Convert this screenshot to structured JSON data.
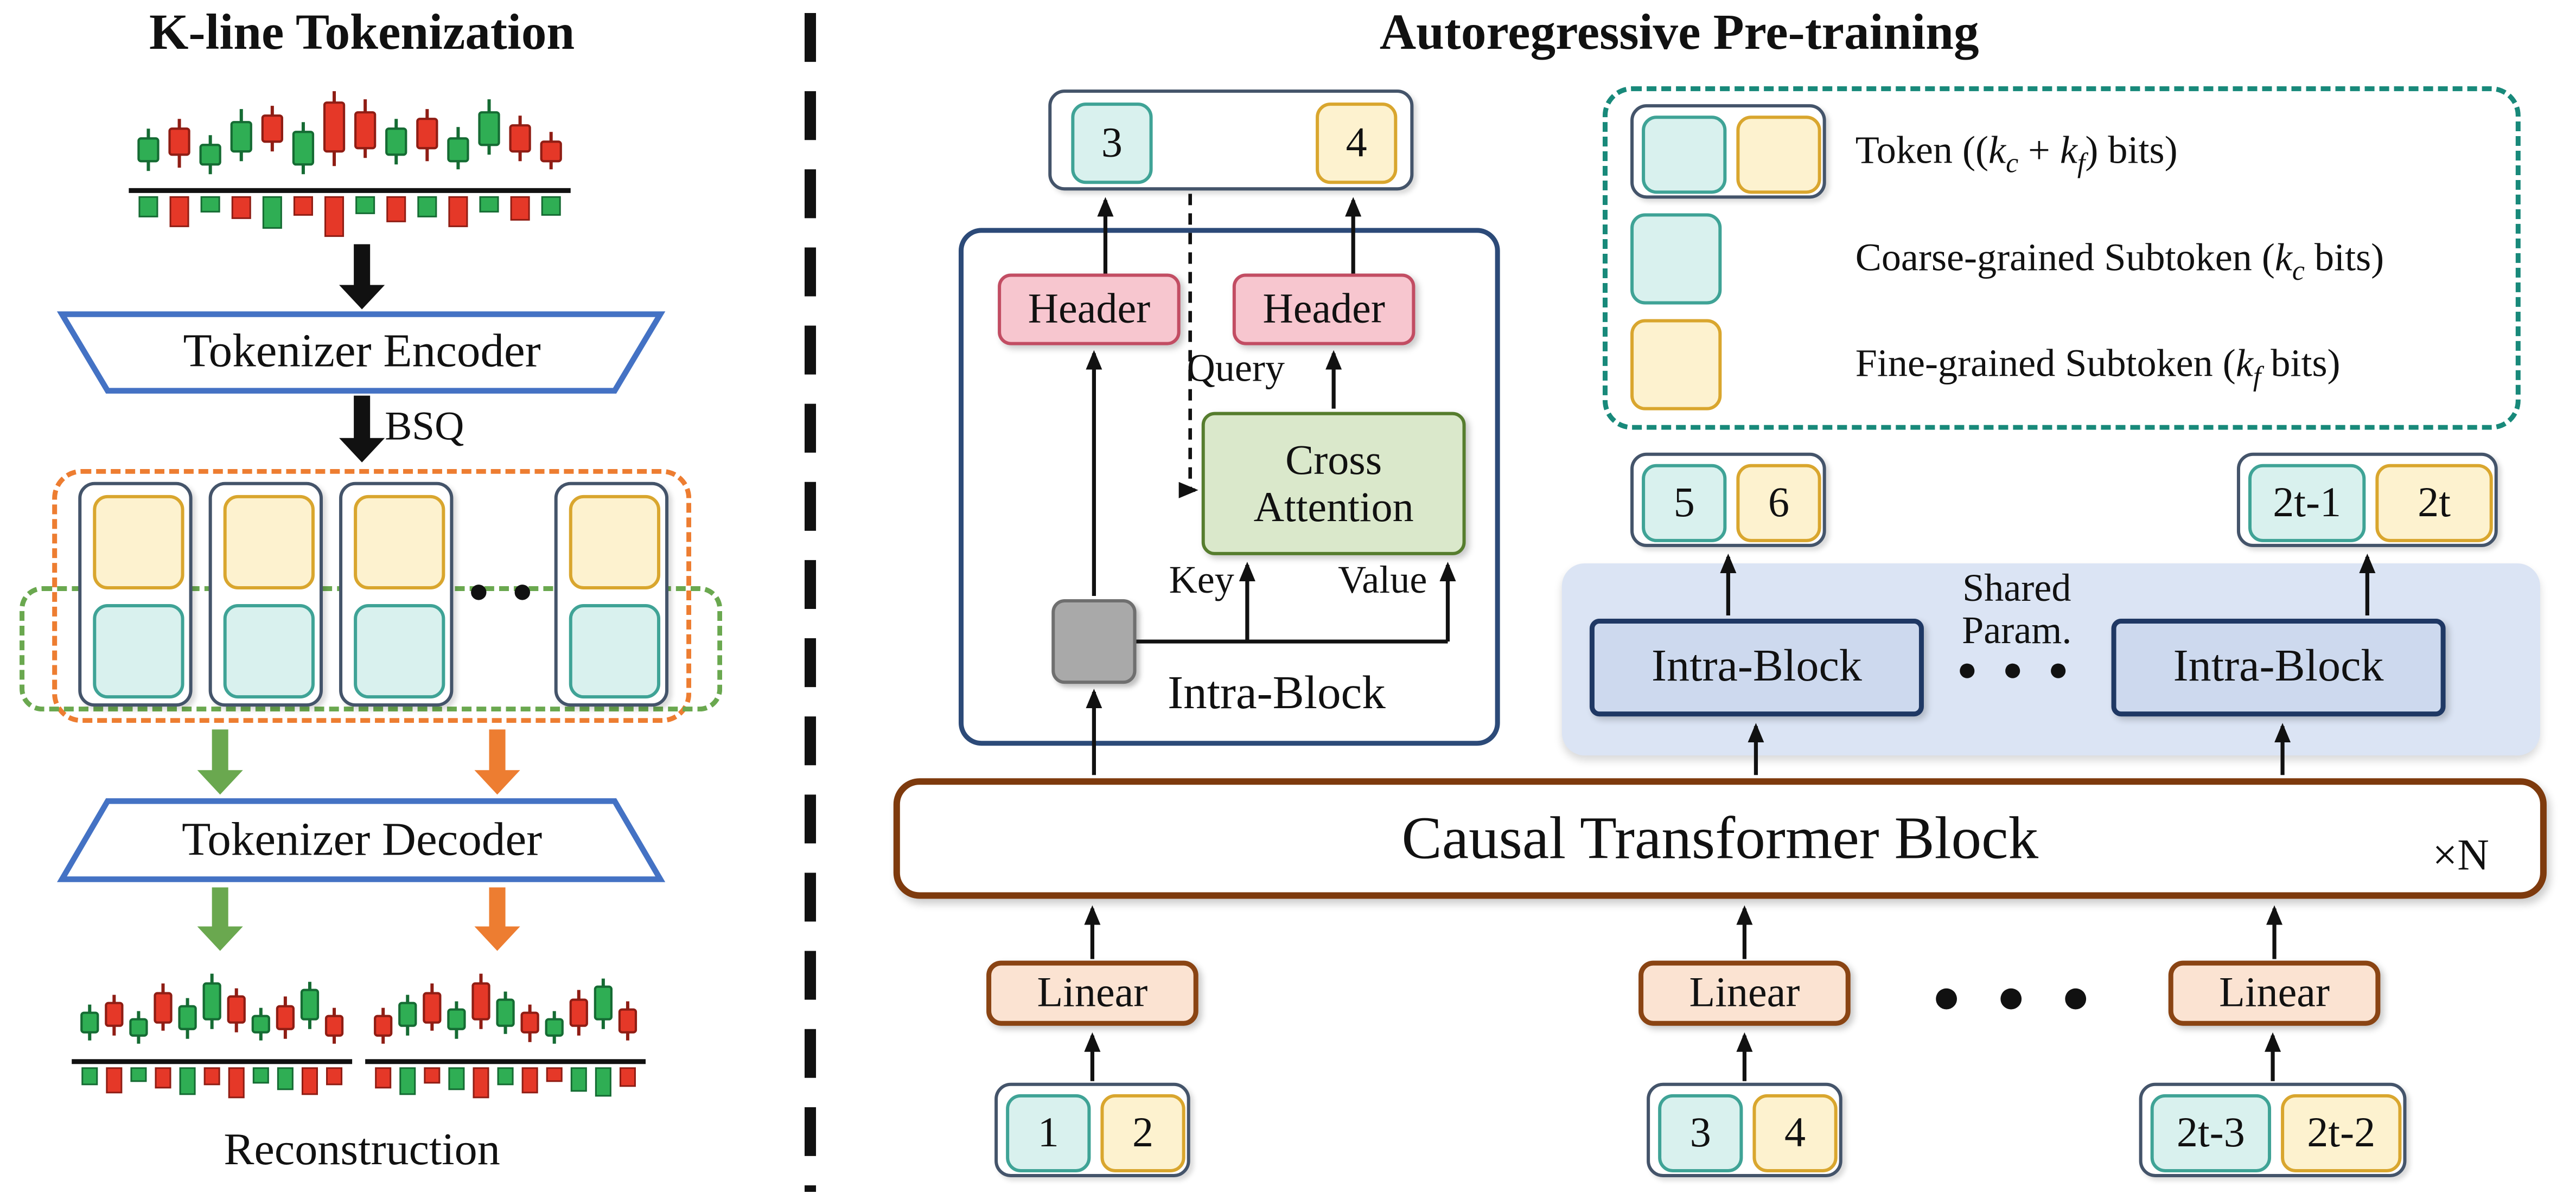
{
  "titles": {
    "left": "K-line Tokenization",
    "right": "Autoregressive Pre-training"
  },
  "left_panel": {
    "encoder": "Tokenizer Encoder",
    "decoder": "Tokenizer Decoder",
    "bsq": "BSQ",
    "reconstruction": "Reconstruction",
    "dots": "● ●"
  },
  "right_panel": {
    "header_left": "Header",
    "header_right": "Header",
    "cross_attention": [
      "Cross",
      "Attention"
    ],
    "query": "Query",
    "key": "Key",
    "value": "Value",
    "intra_block_label": "Intra-Block",
    "intra_block_left": "Intra-Block",
    "intra_block_right": "Intra-Block",
    "shared_param": [
      "Shared",
      "Param."
    ],
    "shared_dots": "● ● ●",
    "bottom_dots": "● ● ●",
    "causal_block": "Causal Transformer Block",
    "times_n": "×N",
    "linear_labels": [
      "Linear",
      "Linear",
      "Linear"
    ]
  },
  "tokens": {
    "top": {
      "coarse": "3",
      "fine": "4"
    },
    "mid_left": {
      "coarse": "5",
      "fine": "6"
    },
    "mid_right": {
      "coarse": "2t-1",
      "fine": "2t"
    },
    "bottom_left": {
      "coarse": "1",
      "fine": "2"
    },
    "bottom_mid": {
      "coarse": "3",
      "fine": "4"
    },
    "bottom_right": {
      "coarse": "2t-3",
      "fine": "2t-2"
    }
  },
  "legend": {
    "items": [
      {
        "pre": "Token ((",
        "var1": "k",
        "sub1": "c",
        "mid": " + ",
        "var2": "k",
        "sub2": "f",
        "post": ") bits)"
      },
      {
        "pre": "Coarse-grained Subtoken (",
        "var1": "k",
        "sub1": "c",
        "post": " bits)"
      },
      {
        "pre": "Fine-grained Subtoken (",
        "var1": "k",
        "sub1": "f",
        "post": " bits)"
      }
    ]
  },
  "colors": {
    "coarse_fill": "#d9f1ee",
    "coarse_border": "#3fa396",
    "fine_fill": "#fdf2cf",
    "fine_border": "#d9a62e",
    "header_fill": "#f7c6cf",
    "header_border": "#c24d63",
    "attention_fill": "#dae8cb",
    "attention_border": "#567d2e",
    "intra_fill": "#cdd9ee",
    "intra_border": "#1f3864",
    "linear_fill": "#fbe3d2",
    "linear_border": "#8a4413",
    "causal_border": "#7e3a0d",
    "pair_border": "#44546a",
    "legend_border": "#18897a",
    "encoder_border": "#4472c4",
    "orange": "#ed7d31",
    "green": "#6aa84f",
    "shared_bg": "#dbe4f4",
    "gray_fill": "#a9a9a9",
    "gray_border": "#6f6f6f",
    "candle_green": "#2fae54",
    "candle_green_dark": "#156b33",
    "candle_red": "#e53828",
    "candle_red_dark": "#8f1d14"
  },
  "kline_art": {
    "main": [
      {
        "t": "g",
        "y": 40,
        "h": 14,
        "wu": 6,
        "wd": 6,
        "vt": "g",
        "v": 12
      },
      {
        "t": "r",
        "y": 34,
        "h": 16,
        "wu": 6,
        "wd": 8,
        "vt": "r",
        "v": 18
      },
      {
        "t": "g",
        "y": 44,
        "h": 12,
        "wu": 6,
        "wd": 6,
        "vt": "g",
        "v": 9
      },
      {
        "t": "g",
        "y": 30,
        "h": 18,
        "wu": 8,
        "wd": 6,
        "vt": "r",
        "v": 13
      },
      {
        "t": "r",
        "y": 26,
        "h": 16,
        "wu": 6,
        "wd": 6,
        "vt": "g",
        "v": 19
      },
      {
        "t": "g",
        "y": 36,
        "h": 20,
        "wu": 6,
        "wd": 6,
        "vt": "r",
        "v": 11
      },
      {
        "t": "r",
        "y": 18,
        "h": 30,
        "wu": 7,
        "wd": 9,
        "vt": "r",
        "v": 24
      },
      {
        "t": "r",
        "y": 24,
        "h": 22,
        "wu": 8,
        "wd": 6,
        "vt": "g",
        "v": 10
      },
      {
        "t": "g",
        "y": 34,
        "h": 16,
        "wu": 6,
        "wd": 6,
        "vt": "r",
        "v": 15
      },
      {
        "t": "r",
        "y": 28,
        "h": 18,
        "wu": 6,
        "wd": 8,
        "vt": "g",
        "v": 12
      },
      {
        "t": "g",
        "y": 40,
        "h": 14,
        "wu": 7,
        "wd": 5,
        "vt": "r",
        "v": 18
      },
      {
        "t": "g",
        "y": 24,
        "h": 20,
        "wu": 8,
        "wd": 6,
        "vt": "g",
        "v": 9
      },
      {
        "t": "r",
        "y": 32,
        "h": 16,
        "wu": 6,
        "wd": 6,
        "vt": "r",
        "v": 14
      },
      {
        "t": "r",
        "y": 42,
        "h": 12,
        "wu": 6,
        "wd": 5,
        "vt": "g",
        "v": 11
      }
    ],
    "recon_left": [
      {
        "t": "g",
        "y": 34,
        "h": 12,
        "wu": 5,
        "wd": 5,
        "vt": "g",
        "v": 10
      },
      {
        "t": "r",
        "y": 28,
        "h": 14,
        "wu": 5,
        "wd": 6,
        "vt": "r",
        "v": 15
      },
      {
        "t": "g",
        "y": 38,
        "h": 10,
        "wu": 5,
        "wd": 5,
        "vt": "g",
        "v": 8
      },
      {
        "t": "r",
        "y": 22,
        "h": 18,
        "wu": 6,
        "wd": 5,
        "vt": "r",
        "v": 12
      },
      {
        "t": "g",
        "y": 30,
        "h": 14,
        "wu": 5,
        "wd": 6,
        "vt": "g",
        "v": 16
      },
      {
        "t": "g",
        "y": 16,
        "h": 22,
        "wu": 6,
        "wd": 6,
        "vt": "r",
        "v": 10
      },
      {
        "t": "r",
        "y": 24,
        "h": 16,
        "wu": 5,
        "wd": 6,
        "vt": "r",
        "v": 18
      },
      {
        "t": "g",
        "y": 36,
        "h": 10,
        "wu": 5,
        "wd": 5,
        "vt": "g",
        "v": 9
      },
      {
        "t": "r",
        "y": 30,
        "h": 14,
        "wu": 6,
        "wd": 6,
        "vt": "g",
        "v": 13
      },
      {
        "t": "g",
        "y": 20,
        "h": 18,
        "wu": 5,
        "wd": 6,
        "vt": "r",
        "v": 16
      },
      {
        "t": "r",
        "y": 36,
        "h": 12,
        "wu": 5,
        "wd": 5,
        "vt": "r",
        "v": 10
      }
    ],
    "recon_right": [
      {
        "t": "r",
        "y": 36,
        "h": 12,
        "wu": 5,
        "wd": 5,
        "vt": "r",
        "v": 12
      },
      {
        "t": "g",
        "y": 28,
        "h": 14,
        "wu": 5,
        "wd": 6,
        "vt": "g",
        "v": 16
      },
      {
        "t": "r",
        "y": 22,
        "h": 18,
        "wu": 6,
        "wd": 5,
        "vt": "r",
        "v": 9
      },
      {
        "t": "g",
        "y": 32,
        "h": 12,
        "wu": 5,
        "wd": 6,
        "vt": "g",
        "v": 13
      },
      {
        "t": "r",
        "y": 16,
        "h": 22,
        "wu": 6,
        "wd": 6,
        "vt": "r",
        "v": 18
      },
      {
        "t": "g",
        "y": 26,
        "h": 16,
        "wu": 5,
        "wd": 5,
        "vt": "g",
        "v": 10
      },
      {
        "t": "r",
        "y": 34,
        "h": 12,
        "wu": 5,
        "wd": 6,
        "vt": "r",
        "v": 15
      },
      {
        "t": "g",
        "y": 38,
        "h": 10,
        "wu": 5,
        "wd": 5,
        "vt": "r",
        "v": 8
      },
      {
        "t": "r",
        "y": 26,
        "h": 16,
        "wu": 6,
        "wd": 6,
        "vt": "g",
        "v": 14
      },
      {
        "t": "g",
        "y": 18,
        "h": 20,
        "wu": 5,
        "wd": 6,
        "vt": "g",
        "v": 17
      },
      {
        "t": "r",
        "y": 32,
        "h": 14,
        "wu": 5,
        "wd": 5,
        "vt": "r",
        "v": 11
      }
    ]
  }
}
